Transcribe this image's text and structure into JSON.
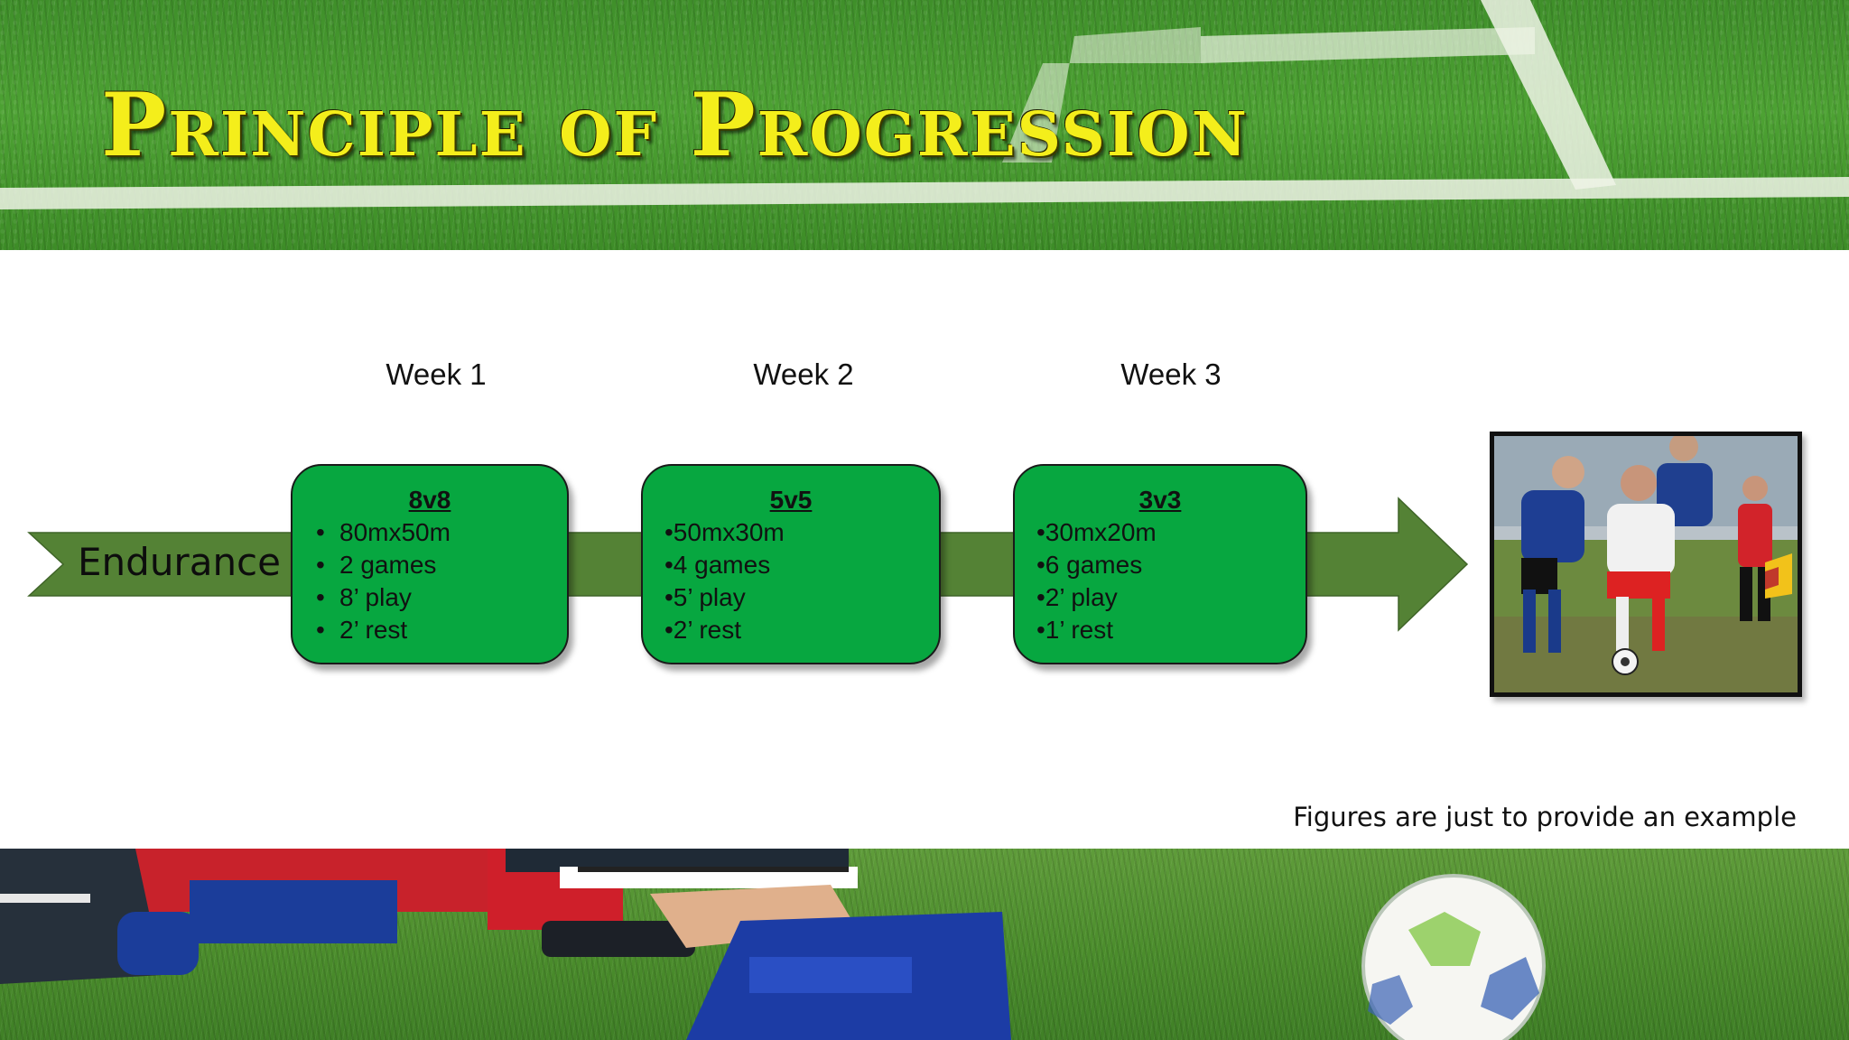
{
  "slide": {
    "title": "Principle of Progression",
    "arrow_label": "Endurance",
    "caption": "Figures are just to provide an example"
  },
  "weeks": [
    "Week 1",
    "Week 2",
    "Week 3"
  ],
  "stages": [
    {
      "title": "8v8",
      "items": [
        "80mx50m",
        "2 games",
        "8’ play",
        "2’ rest"
      ]
    },
    {
      "title": "5v5",
      "items": [
        "•50mx30m",
        "•4 games",
        "•5’ play",
        "•2’ rest"
      ]
    },
    {
      "title": "3v3",
      "items": [
        "•30mx20m",
        "•6 games",
        "•2’ play",
        "•1’ rest"
      ]
    }
  ],
  "bullet_glyph": "•",
  "colors": {
    "title": "#f4ee1b",
    "arrow": "#548235",
    "box": "#07a740"
  },
  "icons": [
    "soccer-players-photo",
    "soccer-ball"
  ]
}
